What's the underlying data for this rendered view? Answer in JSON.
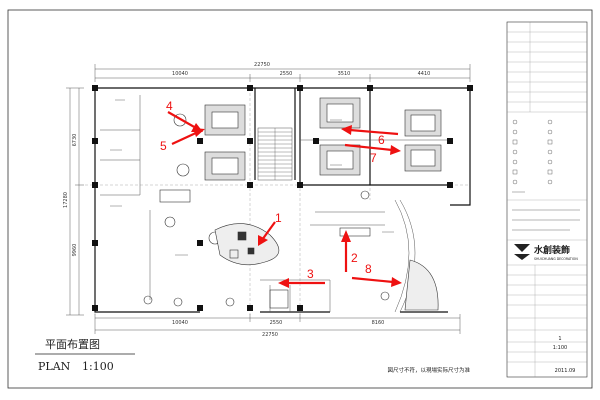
{
  "top_dims": {
    "overall": "22750",
    "segments": [
      "10040",
      "2550",
      "3510",
      "4410"
    ]
  },
  "bottom_dims": {
    "overall": "22750",
    "segments": [
      "10040",
      "2550",
      "8160"
    ]
  },
  "left_dims": {
    "overall": "17280",
    "segments": [
      "6730",
      "9960"
    ]
  },
  "plan_title": {
    "cn": "平面布置图",
    "en": "PLAN",
    "scale": "1:100"
  },
  "logo": {
    "cn": "水創装飾",
    "en": "SHUICHUANG DECORATION"
  },
  "footer_note": "図尺寸不符，以現場实际尺寸为准",
  "title_block": {
    "scale_value": "1:100",
    "sheet_no": "1",
    "date": "2011.09"
  },
  "arrows": [
    {
      "id": "1",
      "label": "1"
    },
    {
      "id": "2",
      "label": "2"
    },
    {
      "id": "3",
      "label": "3"
    },
    {
      "id": "4",
      "label": "4"
    },
    {
      "id": "5",
      "label": "5"
    },
    {
      "id": "6",
      "label": "6"
    },
    {
      "id": "7",
      "label": "7"
    },
    {
      "id": "8",
      "label": "8"
    }
  ],
  "colors": {
    "arrow": "#ee1111",
    "line": "#111111"
  }
}
